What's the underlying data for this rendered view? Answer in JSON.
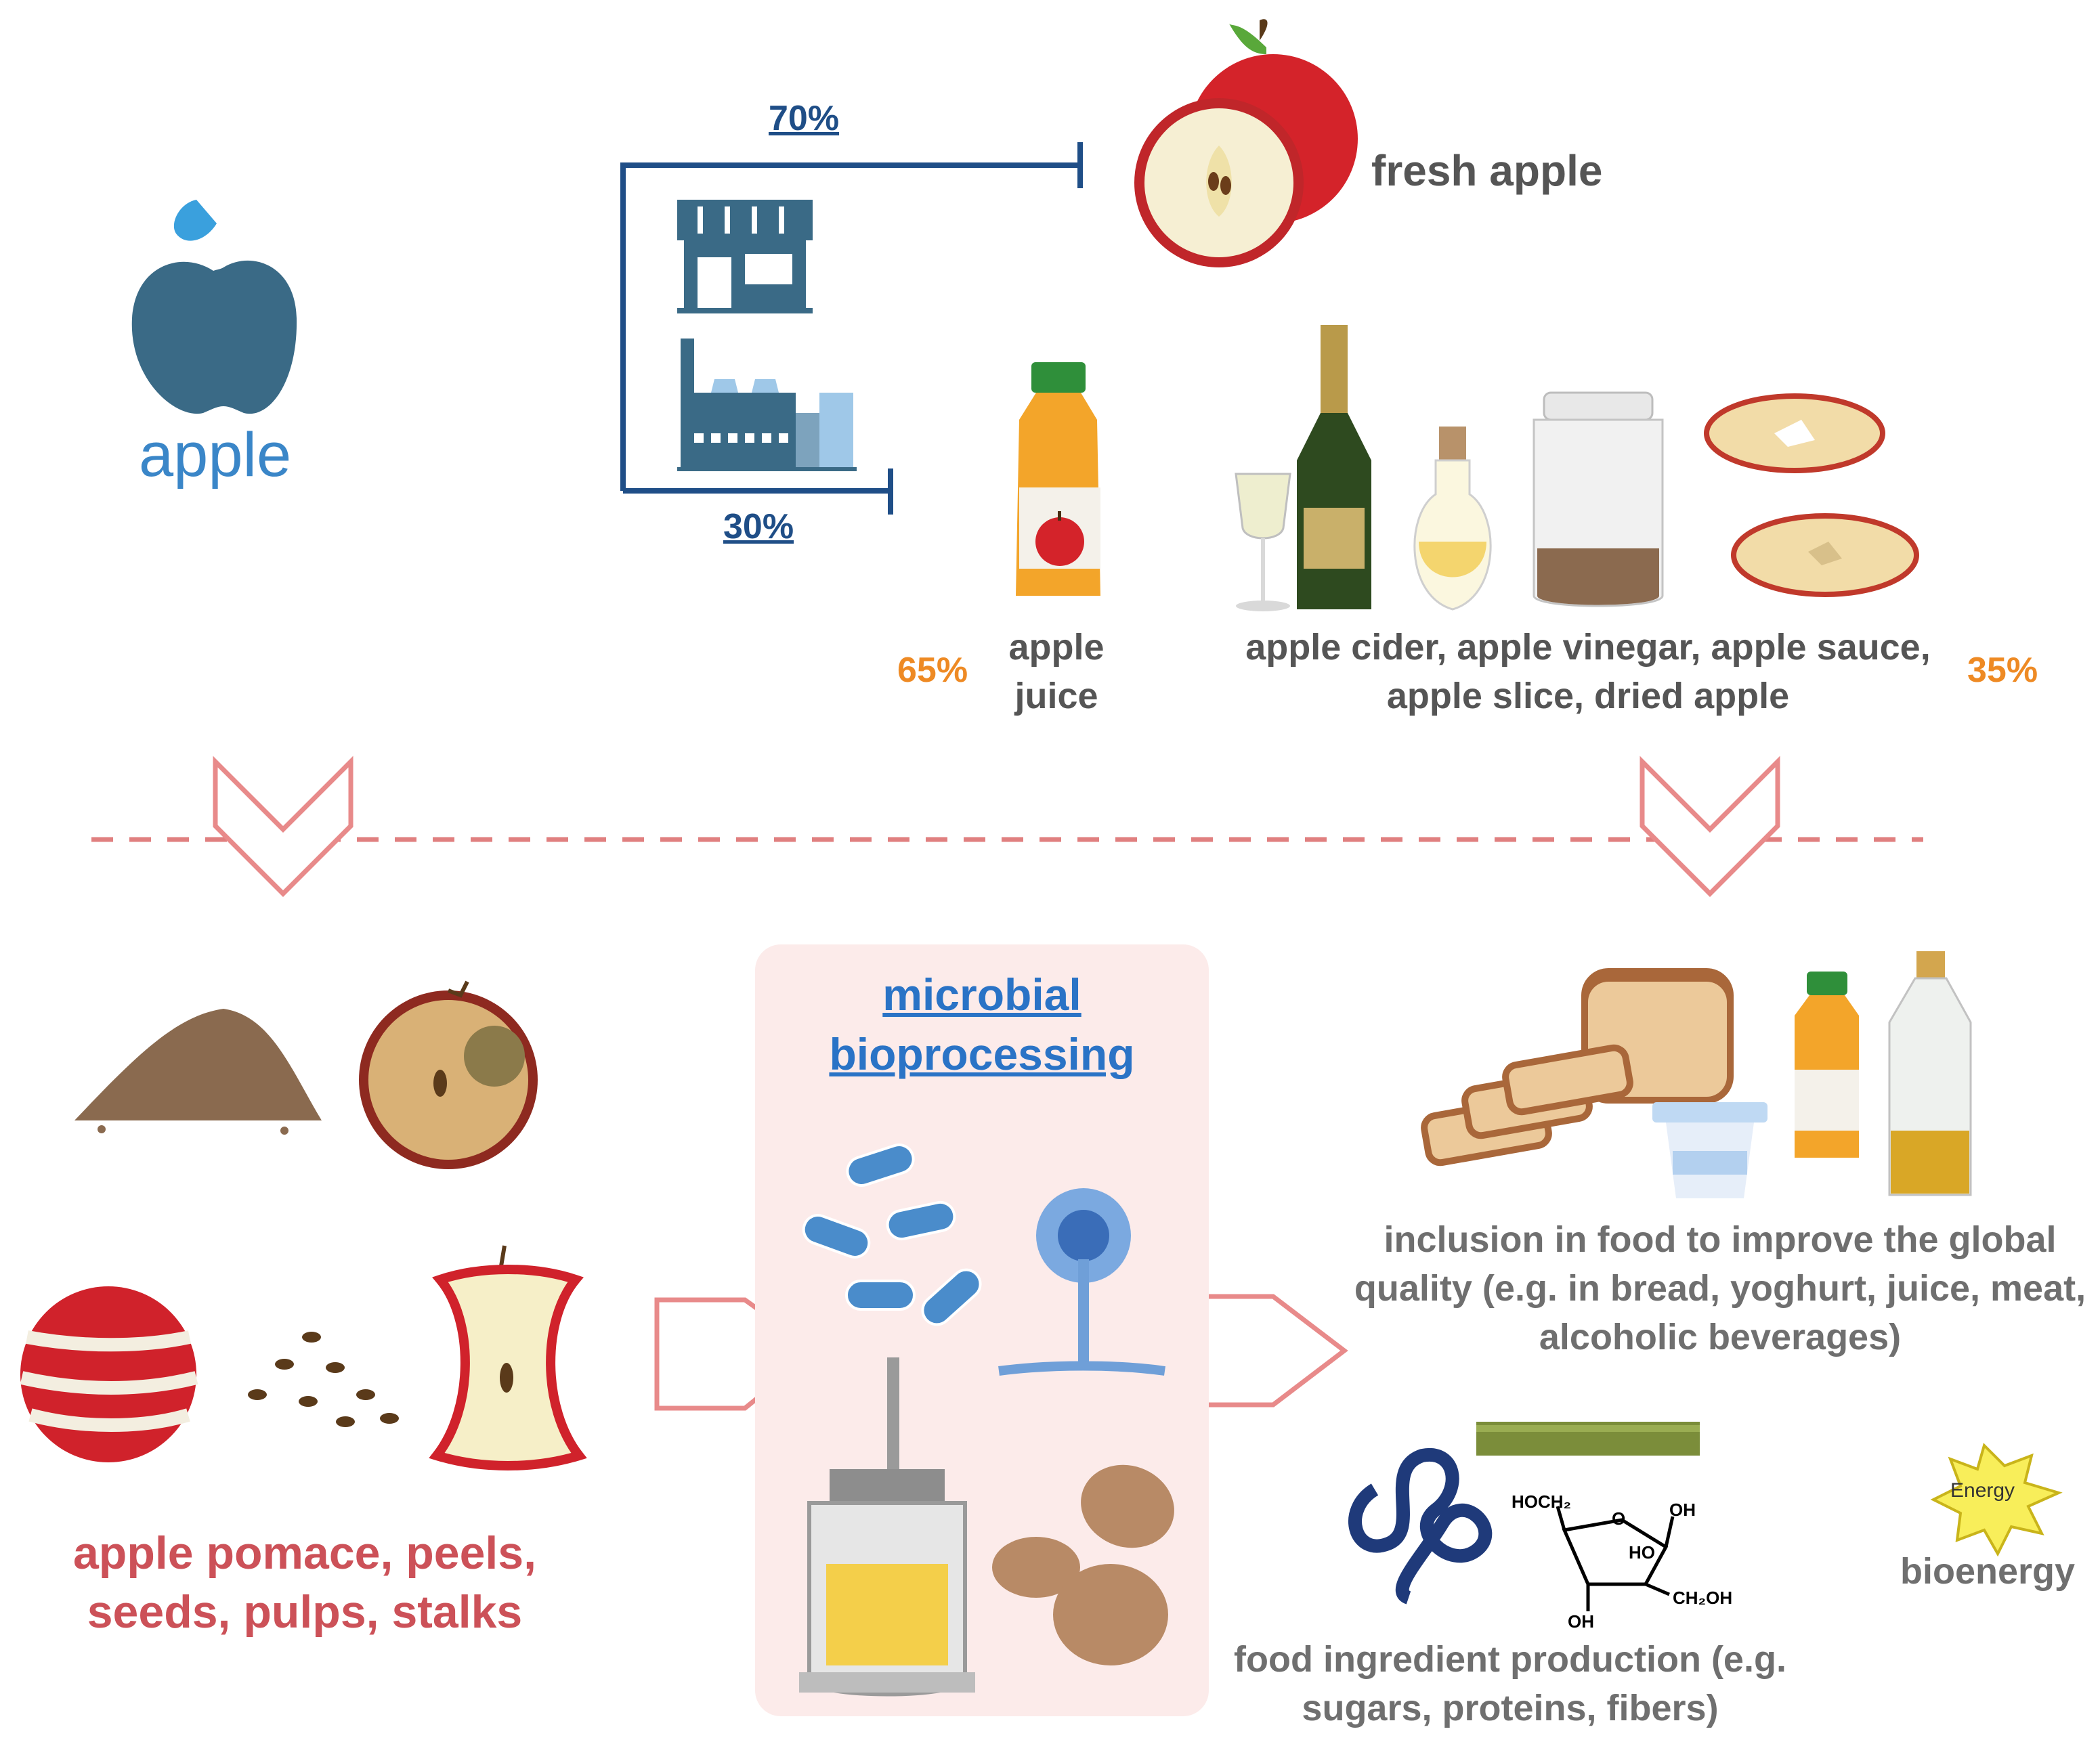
{
  "source": {
    "label": "apple"
  },
  "split": {
    "fresh_percent": "70%",
    "processed_percent": "30%",
    "fresh_label": "fresh apple"
  },
  "processed_products": {
    "juice_percent": "65%",
    "juice_label_line1": "apple",
    "juice_label_line2": "juice",
    "other_label_line1": "apple cider, apple vinegar, apple sauce,",
    "other_label_line2": "apple slice, dried apple",
    "other_percent": "35%"
  },
  "byproducts": {
    "label_line1": "apple pomace, peels,",
    "label_line2": "seeds, pulps, stalks"
  },
  "bioprocessing": {
    "title_line1": "microbial",
    "title_line2": "bioprocessing"
  },
  "outcomes": {
    "food_inclusion_line1": "inclusion in food to improve the global",
    "food_inclusion_line2": "quality (e.g. in bread, yoghurt, juice, meat,",
    "food_inclusion_line3": "alcoholic beverages)",
    "ingredient_line1": "food ingredient production (e.g.",
    "ingredient_line2": "sugars, proteins, fibers)",
    "energy_badge": "Energy",
    "bioenergy_label": "bioenergy",
    "sugar_labels": {
      "hoch2": "HOCH₂",
      "ring_o": "O",
      "oh_top": "OH",
      "ho_inner": "HO",
      "ch2oh": "CH₂OH",
      "oh_bottom": "OH"
    }
  },
  "colors": {
    "apple_icon": "#3a6a86",
    "flow_line": "#1f4e87",
    "apple_text": "#3a86c8",
    "percent_orange": "#ee8a24",
    "dashed_line": "#e07f7f",
    "chevron": "#e88a8a",
    "byproduct_text": "#cc5158",
    "panel_bg": "#fcebea",
    "microbe_blue": "#4a8ccb",
    "gray_text": "#555555"
  },
  "icons": [
    "apple-icon",
    "shop-icon",
    "factory-icon",
    "fresh-apple-icon",
    "juice-bottle-icon",
    "wine-glass-icon",
    "champagne-bottle-icon",
    "vinegar-cruet-icon",
    "jar-icon",
    "dried-apple-icon",
    "pomace-pile-icon",
    "rotten-apple-icon",
    "apple-peel-icon",
    "seeds-icon",
    "apple-core-icon",
    "bacteria-icon",
    "fungus-icon",
    "bioreactor-icon",
    "potato-icon",
    "bread-icon",
    "yoghurt-icon",
    "juice-bottle-icon",
    "oil-bottle-icon",
    "protein-coil-icon",
    "fiber-bundle-icon",
    "sugar-structure-icon",
    "energy-burst-icon"
  ]
}
